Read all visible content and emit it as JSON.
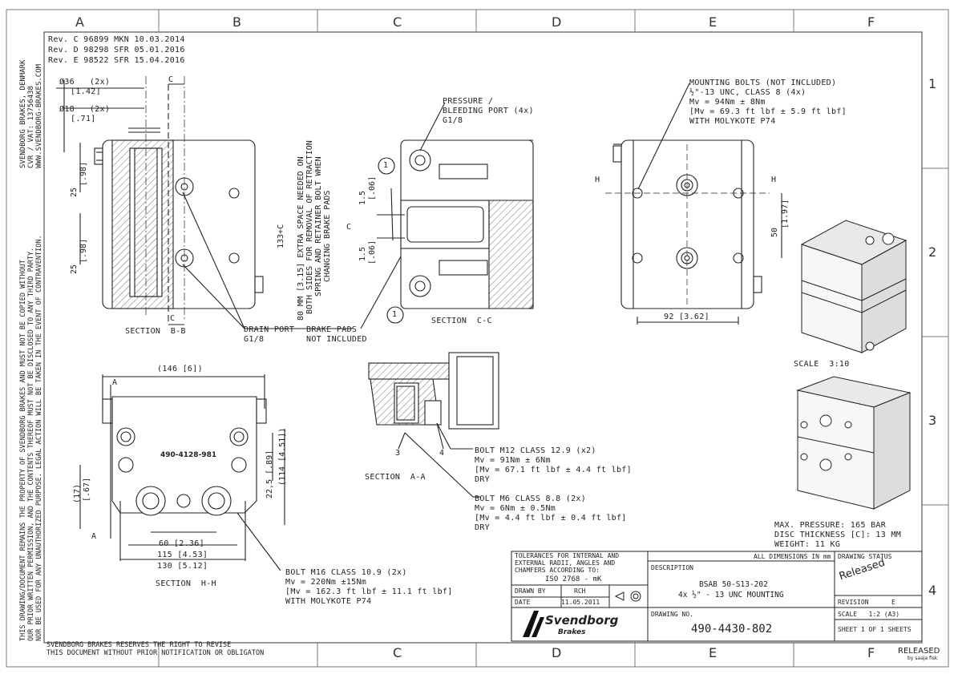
{
  "frame": {
    "columns": [
      "A",
      "B",
      "C",
      "D",
      "E",
      "F"
    ],
    "rows": [
      "1",
      "2",
      "3",
      "4"
    ]
  },
  "revisions": [
    "Rev. C 96899 MKN 10.03.2014",
    "Rev. D 98298 SFR 05.01.2016",
    "Rev. E 98522 SFR 15.04.2016"
  ],
  "company_margin": [
    "SVENDBORG BRAKES, DENMARK",
    "CVR / VAT: 13756438",
    "WWW.SVENDBORG-BRAKES.COM"
  ],
  "copyright_margin": [
    "THIS DRAWING/DOCUMENT REMAINS THE PROPERTY OF SVENDBORG BRAKES AND MUST NOT BE COPIED WITHOUT",
    "OUR PRIOR WRITTEN PERMISSION, AND THE CONTENTS THEREOF MUST NOT BE DISCLOSED TO ANY THIRD PARTY.",
    "NOR BE USED FOR ANY UNAUTHORIZED PURPOSE. LEGAL ACTION WILL BE TAKEN IN THE EVENT OF CONTRAVENTION."
  ],
  "section_bb": {
    "title": "SECTION  B-B",
    "dia36": "Ø36   (2x)",
    "dia36_in": "[1.42]",
    "dia18": "Ø18   (2x)",
    "dia18_in": "[.71]",
    "dim25a": "25",
    "dim25a_in": "[.98]",
    "dim25b": "25",
    "dim25b_in": "[.98]",
    "cut_top": "C",
    "cut_bottom": "C",
    "extra_space": [
      "80 MM [3.15] EXTRA SPACE NEEDED ON",
      "BOTH SIDES FOR REMOVAL OF RETRACTION",
      "SPRING AND RETAINER BOLT WHEN",
      "CHANGING BRAKE PADS"
    ],
    "dim133": "133+C"
  },
  "drain_port": [
    "DRAIN PORT",
    "G1/8"
  ],
  "brake_pads": [
    "BRAKE PADS",
    "NOT INCLUDED"
  ],
  "section_cc": {
    "title": "SECTION  C-C",
    "pressure": [
      "PRESSURE /",
      "BLEEDING PORT (4x)",
      "G1/8"
    ],
    "dim15a": "1.5",
    "dim15a_in": "[.06]",
    "dim15b": "1.5",
    "dim15b_in": "[.06]",
    "dim_c": "C",
    "balloon": "1"
  },
  "top_view": {
    "mounting": [
      "MOUNTING BOLTS (NOT INCLUDED)",
      "½\"-13 UNC, CLASS 8 (4x)",
      "Mv = 94Nm ± 8Nm",
      "[Mv = 69.3 ft lbf ± 5.9 ft lbf]",
      "WITH MOLYKOTE P74"
    ],
    "cut_h": "H",
    "dim50": "50",
    "dim50_in": "[1.97]",
    "dim92": "92 [3.62]"
  },
  "scale_note": "SCALE  3:10",
  "section_hh": {
    "title": "SECTION  H-H",
    "dim146": "(146 [6])",
    "part_no": "490-4128-981",
    "cut_a": "A",
    "dim17": "(17)",
    "dim17_in": "[.67]",
    "dim22": "22,5 [.89]",
    "dim114": "(114 [4.51])",
    "dim60": "60 [2.36]",
    "dim115": "115 [4.53]",
    "dim130": "130 [5.12]"
  },
  "bolt_m16": [
    "BOLT M16 CLASS 10.9 (2x)",
    "Mv = 220Nm ±15Nm",
    "[Mv = 162.3 ft lbf ± 11.1 ft lbf]",
    "WITH MOLYKOTE P74"
  ],
  "section_aa": {
    "title": "SECTION  A-A",
    "balloon3": "3",
    "balloon4": "4"
  },
  "bolt_m12": [
    "BOLT M12 CLASS 12.9 (x2)",
    "Mv = 91Nm ± 6Nm",
    "[Mv = 67.1 ft lbf ± 4.4 ft lbf]",
    "DRY"
  ],
  "bolt_m6": [
    "BOLT M6 CLASS 8.8 (2x)",
    "Mv = 6Nm ± 0.5Nm",
    "[Mv = 4.4 ft lbf ± 0.4 ft lbf]",
    "DRY"
  ],
  "specs": [
    "MAX. PRESSURE: 165 BAR",
    "DISC THICKNESS [C]: 13 MM",
    "WEIGHT: 11 KG"
  ],
  "title_block": {
    "tolerances": [
      "TOLERANCES FOR INTERNAL AND",
      "EXTERNAL RADII, ANGLES AND",
      "CHAMFERS ACCORDING TO:"
    ],
    "iso": "ISO 2768 - mK",
    "all_dims": "ALL DIMENSIONS IN mm",
    "drawing_status_lbl": "DRAWING STATUS",
    "status_stamp": "Released",
    "description_lbl": "DESCRIPTION",
    "description": [
      "BSAB 50-S13-202",
      "4x ½\" - 13 UNC MOUNTING"
    ],
    "drawn_by_lbl": "DRAWN BY",
    "drawn_by": "RCH",
    "date_lbl": "DATE",
    "date": "11.05.2011",
    "revision_lbl": "REVISION",
    "revision": "E",
    "drawing_no_lbl": "DRAWING NO.",
    "drawing_no": "490-4430-802",
    "scale": "SCALE   1:2 (A3)",
    "sheet": "SHEET 1 OF 1 SHEETS",
    "brand": "Svendborg",
    "brand_sub": "Brakes"
  },
  "footer": [
    "SVENDBORG BRAKES RESERVES THE RIGHT TO REVISE",
    "THIS DOCUMENT WITHOUT PRIOR NOTIFICATION OR OBLIGATON"
  ],
  "released_stamp": "RELEASED",
  "released_by": "by saaja fisk"
}
